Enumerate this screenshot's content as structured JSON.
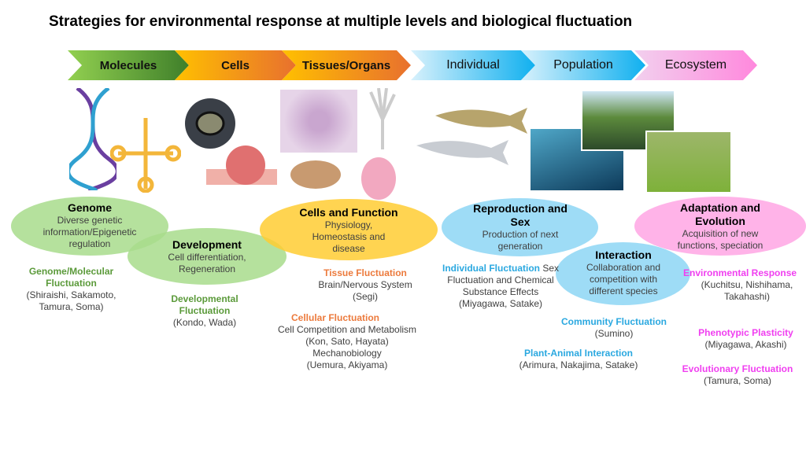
{
  "title": "Strategies for environmental response at multiple levels and biological fluctuation",
  "levels": [
    "Molecules",
    "Cells",
    "Tissues/Organs",
    "Individual",
    "Population",
    "Ecosystem"
  ],
  "colors": {
    "green": "#a8dc8c",
    "yellow": "#ffcc33",
    "blue": "#8dd6f5",
    "pink": "#ff9fe0"
  },
  "themes": {
    "genome": {
      "title": "Genome",
      "desc": "Diverse genetic information/Epigenetic regulation"
    },
    "development": {
      "title": "Development",
      "desc": "Cell differentiation, Regeneration"
    },
    "cells": {
      "title": "Cells and Function",
      "desc": "Physiology, Homeostasis and disease"
    },
    "reproduction": {
      "title": "Reproduction and Sex",
      "desc": "Production of next generation"
    },
    "interaction": {
      "title": "Interaction",
      "desc": "Collaboration and competition with different species"
    },
    "adaptation": {
      "title": "Adaptation and Evolution",
      "desc": "Acquisition of new functions, speciation"
    }
  },
  "groups": {
    "genome_mol": {
      "title": "Genome/Molecular Fluctuation",
      "members": "(Shiraishi, Sakamoto, Tamura, Soma)"
    },
    "developmental": {
      "title": "Developmental Fluctuation",
      "members": "(Kondo, Wada)"
    },
    "tissue": {
      "title": "Tissue Fluctuation",
      "topic": "Brain/Nervous System",
      "members": "(Segi)"
    },
    "cellular": {
      "title": "Cellular Fluctuation",
      "topic": "Cell Competition and Metabolism",
      "members": "(Kon, Sato, Hayata)",
      "topic2": "Mechanobiology",
      "members2": "(Uemura, Akiyama)"
    },
    "individual": {
      "title": "Individual Fluctuation",
      "topic": "Sex Fluctuation and Chemical Substance Effects",
      "members": "(Miyagawa, Satake)"
    },
    "community": {
      "title": "Community Fluctuation",
      "members": "(Sumino)"
    },
    "plant_animal": {
      "title": "Plant-Animal Interaction",
      "members": "(Arimura, Nakajima, Satake)"
    },
    "environmental": {
      "title": "Environmental Response",
      "members": "(Kuchitsu, Nishihama, Takahashi)"
    },
    "phenotypic": {
      "title": "Phenotypic Plasticity",
      "members": "(Miyagawa, Akashi)"
    },
    "evolutionary": {
      "title": "Evolutionary Fluctuation",
      "members": "(Tamura, Soma)"
    }
  }
}
